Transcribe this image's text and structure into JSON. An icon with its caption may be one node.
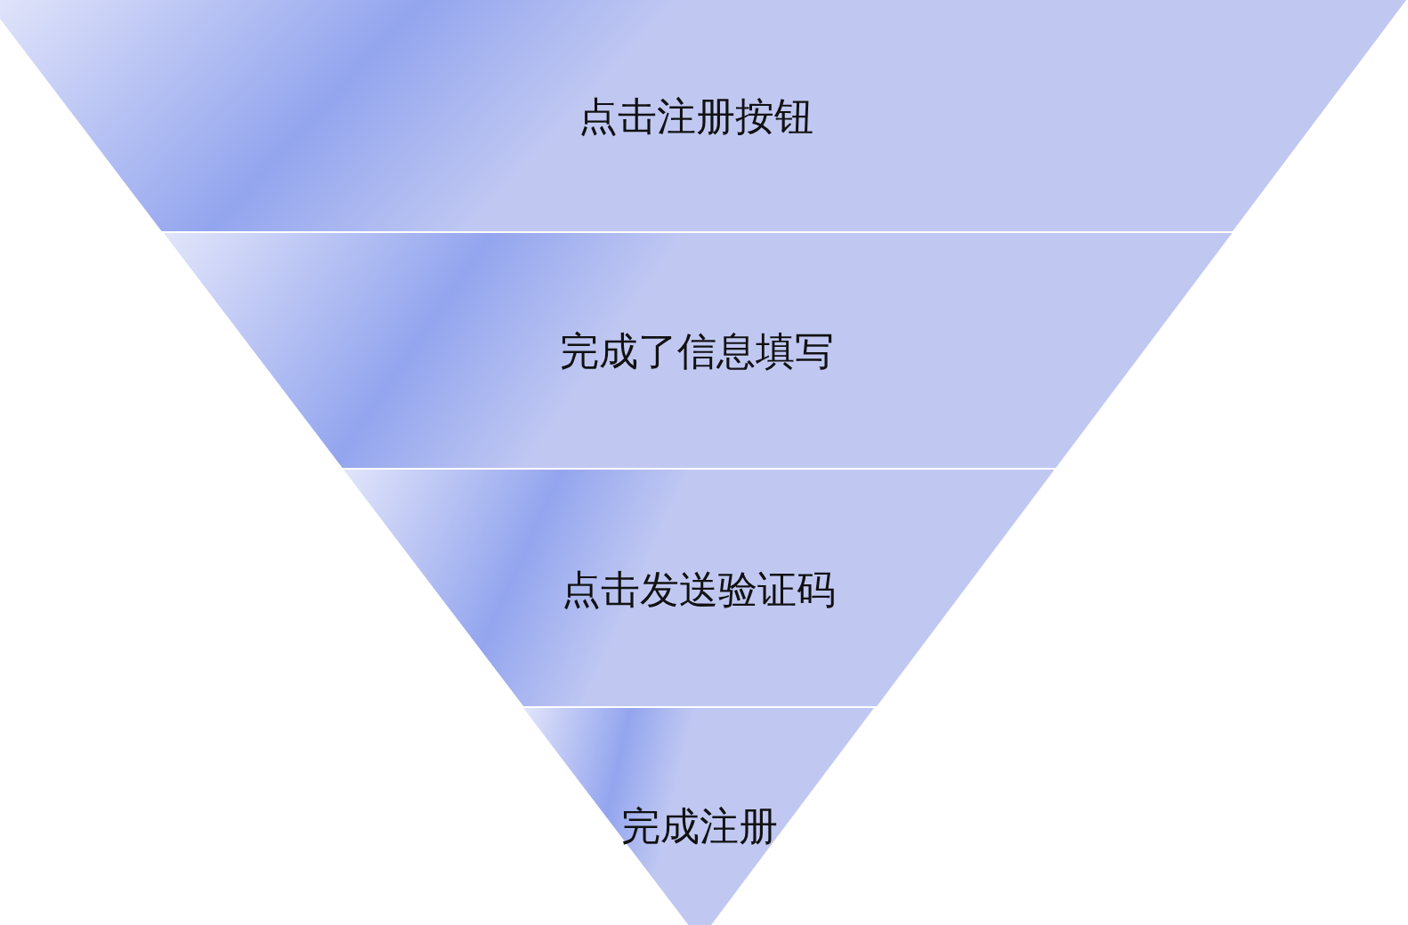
{
  "diagram": {
    "nodes": [
      {
        "text": [
          "点击注册按钮"
        ]
      },
      {
        "text": [
          "完成了信息填写"
        ]
      },
      {
        "text": [
          "点击发送验证码"
        ]
      },
      {
        "text": [
          "完成注册"
        ]
      }
    ]
  }
}
